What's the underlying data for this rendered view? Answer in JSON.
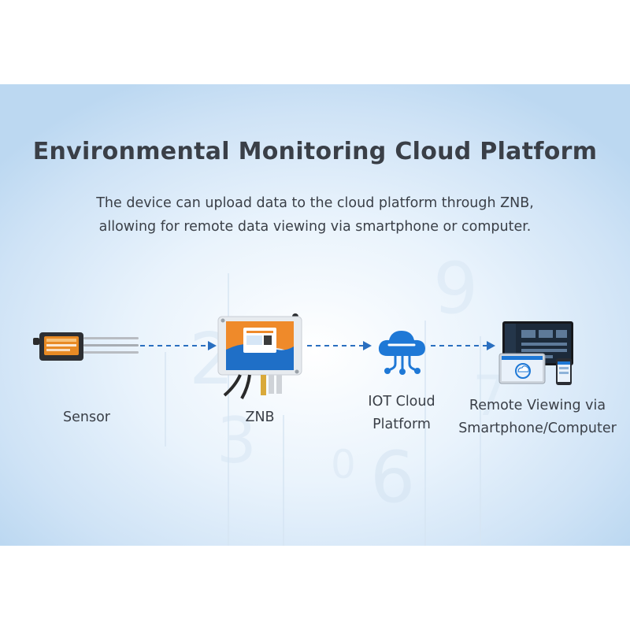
{
  "title": "Environmental Monitoring Cloud Platform",
  "subtitle": {
    "line1": "The device can upload data to the cloud platform through ZNB,",
    "line2": "allowing for remote data viewing via smartphone or computer."
  },
  "nodes": {
    "sensor": {
      "label": "Sensor",
      "icon": "soil-sensor"
    },
    "znb": {
      "label": "ZNB",
      "icon": "gateway-device"
    },
    "cloud": {
      "label_line1": "IOT Cloud",
      "label_line2": "Platform",
      "icon": "cloud-network"
    },
    "remote": {
      "label_line1": "Remote Viewing via",
      "label_line2": "Smartphone/Computer",
      "icon": "monitor-and-phone"
    }
  },
  "colors": {
    "accent_blue": "#1e78d6",
    "arrow": "#2a6fc0",
    "text": "#3a3f47",
    "device_orange": "#ef8a2a"
  }
}
